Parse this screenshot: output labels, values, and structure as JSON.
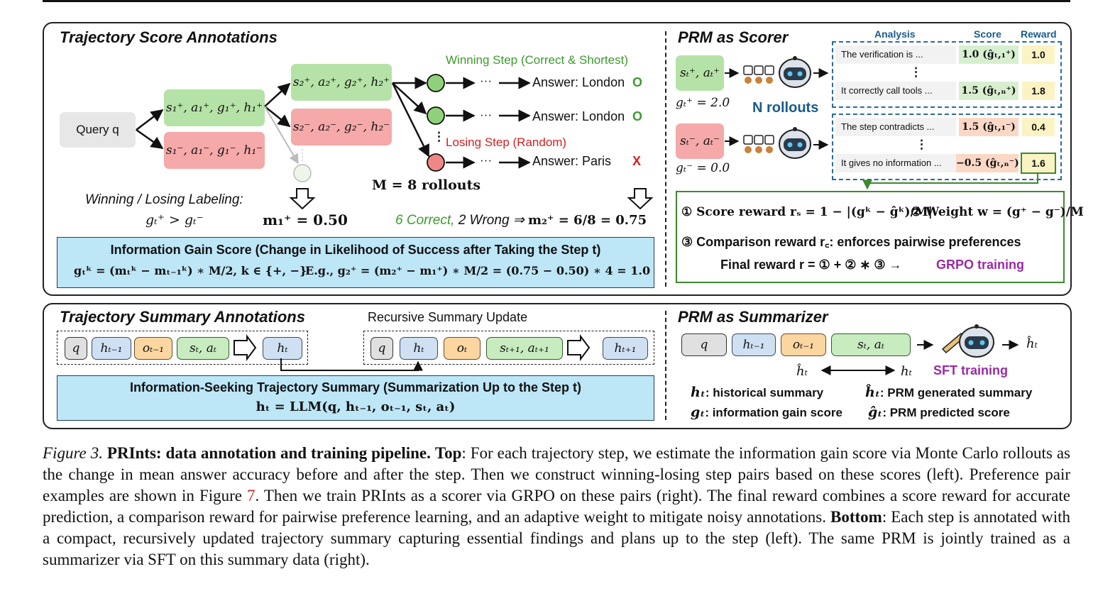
{
  "top_left": {
    "title": "Trajectory Score Annotations",
    "query": "Query q",
    "s1_plus": "s₁⁺, a₁⁺, g₁⁺, h₁⁺",
    "s1_minus": "s₁⁻, a₁⁻, g₁⁻, h₁⁻",
    "s2_plus": "s₂⁺, a₂⁺, g₂⁺, h₂⁺",
    "s2_minus": "s₂⁻, a₂⁻, g₂⁻, h₂⁻",
    "winning_step": "Winning Step (Correct & Shortest)",
    "losing_step": "Losing Step (Random)",
    "ellipsis": "···",
    "vdots": "⋮",
    "answer_1": "Answer: London",
    "answer_2": "Answer: London",
    "answer_3": "Answer: Paris",
    "mark_correct_1": "O",
    "mark_correct_2": "O",
    "mark_wrong": "X",
    "m_rollouts": "M = 8 rollouts",
    "labeling_title": "Winning / Losing Labeling:",
    "labeling_rule": "gₜ⁺  > gₜ⁻",
    "m1": "m₁⁺ = 0.50",
    "correct_count": "6 Correct,",
    "wrong_count": " 2 Wrong ⇒ ",
    "m2": "m₂⁺ = 6/8 = 0.75",
    "info_gain_title": "Information Gain Score (Change in Likelihood of Success after Taking the Step t)",
    "info_gain_formula": "gₜᵏ = (mₜᵏ − mₜ₋₁ᵏ) ∗ M/2,  k ∈ {+, −}",
    "info_gain_example": "E.g., g₂⁺ = (m₂⁺ − m₁⁺) ∗ M/2 = (0.75 − 0.50) ∗ 4 = 1.0"
  },
  "top_right": {
    "title": "PRM as Scorer",
    "input_plus": "sₜ⁺, aₜ⁺",
    "g_plus": "gₜ⁺ = 2.0",
    "input_minus": "sₜ⁻, aₜ⁻",
    "g_minus": "gₜ⁻ = 0.0",
    "n_rollouts": "N rollouts",
    "col_analysis": "Analysis",
    "col_score": "Score",
    "col_reward": "Reward",
    "rows_plus": [
      {
        "analysis": "The verification is ...",
        "score": "1.0 (ĝₜ,₁⁺)",
        "reward": "1.0"
      },
      {
        "analysis": "It correctly call tools ...",
        "score": "1.5 (ĝₜ,ₙ⁺)",
        "reward": "1.8"
      }
    ],
    "rows_minus": [
      {
        "analysis": "The step contradicts ...",
        "score": "1.5 (ĝₜ,₁⁻)",
        "reward": "0.4"
      },
      {
        "analysis": "It gives no information ...",
        "score": "−0.5 (ĝₜ,ₙ⁻)",
        "reward": "1.6"
      }
    ],
    "score_reward": "① Score reward rₛ = 1 − |(gᵏ − ĝᵏ)/M|",
    "weight": "② Weight w = (g⁺ − g⁻)/M",
    "comparison_reward": "③ Comparison reward  r꜀: enforces pairwise preferences",
    "final_reward": "Final reward r = ① + ② ∗ ③  →",
    "grpo": "GRPO training"
  },
  "bottom_left": {
    "title": "Trajectory Summary Annotations",
    "recursive": "Recursive Summary Update",
    "q": "q",
    "h_prev": "hₜ₋₁",
    "o_prev": "oₜ₋₁",
    "s_a": "sₜ, aₜ",
    "h_t": "hₜ",
    "o_t": "oₜ",
    "s_a_next": "sₜ₊₁, aₜ₊₁",
    "h_next": "hₜ₊₁",
    "summary_title": "Information-Seeking Trajectory Summary (Summarization Up to the Step t)",
    "summary_formula": "hₜ = LLM(q, hₜ₋₁, oₜ₋₁, sₜ, aₜ)"
  },
  "bottom_right": {
    "title": "PRM as Summarizer",
    "q": "q",
    "h_prev": "hₜ₋₁",
    "o_prev": "oₜ₋₁",
    "s_a": "sₜ, aₜ",
    "h_hat": "ĥₜ",
    "h_t": "hₜ",
    "sft": "SFT training",
    "legend": [
      {
        "sym": "hₜ",
        "desc": ": historical summary"
      },
      {
        "sym": "ĥₜ",
        "desc": ": PRM generated summary"
      },
      {
        "sym": "gₜ",
        "desc": ": information gain score"
      },
      {
        "sym": "ĝₜ",
        "desc": ": PRM predicted score"
      }
    ]
  },
  "caption": {
    "label": "Figure 3.",
    "bold_title": "PRInts: data annotation and training pipeline.",
    "top_word": "Top",
    "text_1": ": For each trajectory step, we estimate the information gain score via Monte Carlo rollouts as the change in mean answer accuracy before and after the step. Then we construct winning-losing step pairs based on these scores (left). Preference pair examples are shown in Figure ",
    "fig_ref": "7",
    "text_2": ". Then we train PRInts as a scorer via GRPO on these pairs (right). The final reward combines a score reward for accurate prediction, a comparison reward for pairwise preference learning, and an adaptive weight to mitigate noisy annotations. ",
    "bottom_word": "Bottom",
    "text_3": ": Each step is annotated with a compact, recursively updated trajectory summary capturing essential findings and plans up to the step (left). The same PRM is jointly trained as a summarizer via SFT on this summary data (right)."
  },
  "colors": {
    "green_text": "#3c9a2e",
    "red_text": "#d42020",
    "purple": "#9a2aa6",
    "teal": "#1a5a8a"
  }
}
